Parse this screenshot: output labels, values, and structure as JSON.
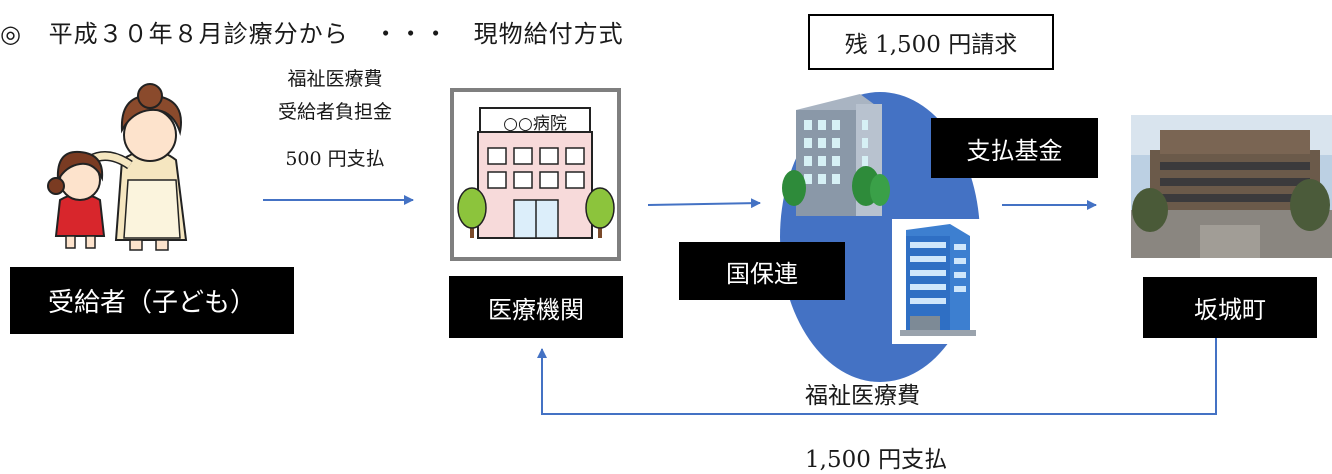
{
  "heading": {
    "marker": "◎",
    "text": "平成３０年８月診療分から　・・・　現物給付方式"
  },
  "notes": {
    "copay_line1": "福祉医療費",
    "copay_line2": "受給者負担金",
    "copay_amount": "500 円支払",
    "remaining_claim": "残 1,500 円請求",
    "welfare_cost": "福祉医療費",
    "final_payment": "1,500 円支払"
  },
  "entities": {
    "recipient": "受給者（子ども）",
    "medical_institution": "医療機関",
    "hospital_sign": "○○病院",
    "kokuhoren": "国保連",
    "payment_fund": "支払基金",
    "town": "坂城町"
  },
  "colors": {
    "arrow": "#4472c4",
    "ellipse": "#4472c4",
    "label_bg": "#000000"
  }
}
